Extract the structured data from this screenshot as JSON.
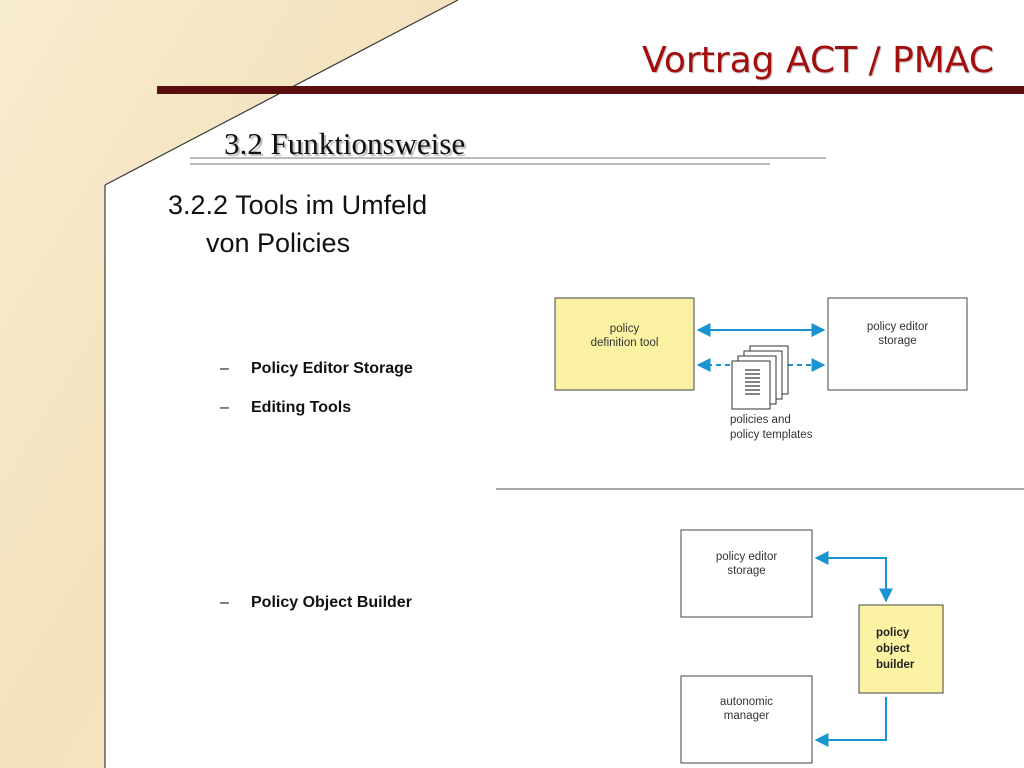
{
  "slide": {
    "title": "Vortrag ACT / PMAC",
    "subtitle": "3.2 Funktionsweise",
    "section_line1": "3.2.2 Tools im Umfeld",
    "section_line2": "von Policies",
    "bullets": [
      {
        "dash": "–",
        "text": "Policy Editor Storage"
      },
      {
        "dash": "–",
        "text": "Editing Tools"
      },
      {
        "dash": "–",
        "text": "Policy Object Builder"
      }
    ]
  },
  "diagram1": {
    "tool_line1": "policy",
    "tool_line2": "definition tool",
    "storage_line1": "policy editor",
    "storage_line2": "storage",
    "docs_line1": "policies and",
    "docs_line2": "policy templates"
  },
  "diagram2": {
    "storage_line1": "policy editor",
    "storage_line2": "storage",
    "manager_line1": "autonomic",
    "manager_line2": "manager",
    "builder_line1": "policy",
    "builder_line2": "object",
    "builder_line3": "builder"
  },
  "colors": {
    "title": "#a30f0f",
    "title_bar": "#5a0e0e",
    "parchment": "#f5e6c4",
    "box_yellow": "#fbf3a3",
    "arrow_blue": "#1a94d0"
  }
}
